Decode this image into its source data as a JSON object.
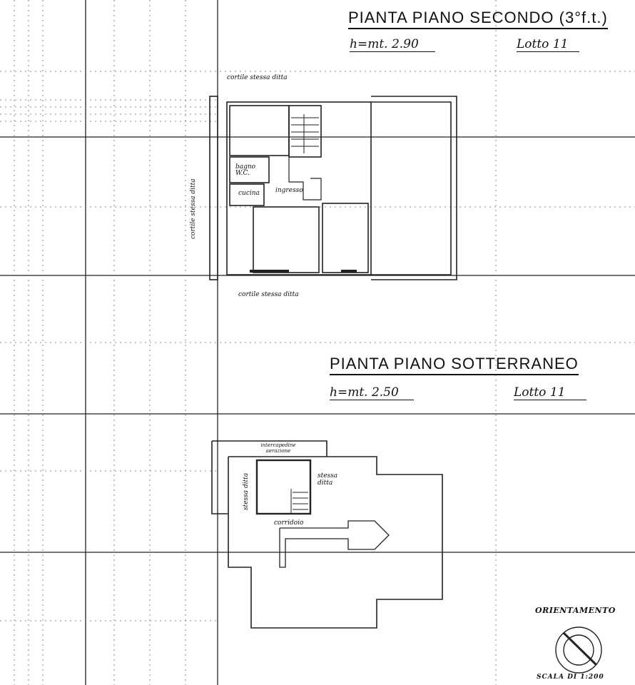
{
  "upper_plan": {
    "title": "PIANTA PIANO SECONDO (3°f.t.)",
    "height": "h=mt. 2.90",
    "lot": "Lotto 11",
    "labels": {
      "courtyard_top": "cortile stessa ditta",
      "courtyard_left": "cortile stessa ditta",
      "courtyard_bottom": "cortile stessa ditta",
      "bathroom": "bagno W.C.",
      "kitchen": "cucina",
      "entrance": "ingresso"
    }
  },
  "lower_plan": {
    "title": "PIANTA PIANO SOTTERRANEO",
    "height": "h=mt. 2.50",
    "lot": "Lotto 11",
    "labels": {
      "air_gap": "intercapedine aerazione",
      "same_owner_left": "stessa ditta",
      "same_owner_right": "stessa ditta",
      "corridor": "corridoio"
    }
  },
  "legend": {
    "orientation": "ORIENTAMENTO",
    "scale": "SCALA DI 1:200",
    "icon": "compass-orientation-icon"
  }
}
